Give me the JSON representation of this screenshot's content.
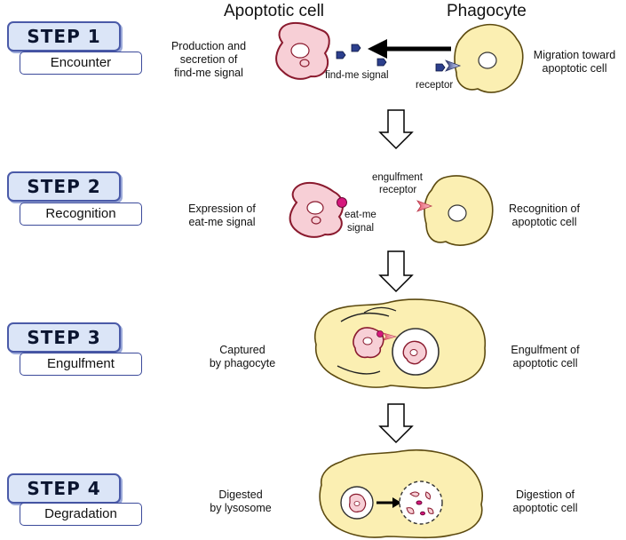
{
  "header": {
    "apoptotic_label": "Apoptotic cell",
    "phagocyte_label": "Phagocyte"
  },
  "steps": [
    {
      "badge": "STEP 1",
      "name": "Encounter",
      "left_desc": [
        "Production and",
        "secretion of",
        "find-me signal"
      ],
      "right_desc": [
        "Migration toward",
        "apoptotic cell"
      ],
      "labels": {
        "signal": "find-me signal",
        "receptor": "receptor"
      }
    },
    {
      "badge": "STEP 2",
      "name": "Recognition",
      "left_desc": [
        "Expression of",
        "eat-me signal"
      ],
      "right_desc": [
        "Recognition of",
        "apoptotic cell"
      ],
      "labels": {
        "signal_1": "eat-me",
        "signal_2": "signal",
        "receptor_1": "engulfment",
        "receptor_2": "receptor"
      }
    },
    {
      "badge": "STEP 3",
      "name": "Engulfment",
      "left_desc": [
        "Captured",
        "by phagocyte"
      ],
      "right_desc": [
        "Engulfment of",
        "apoptotic cell"
      ]
    },
    {
      "badge": "STEP 4",
      "name": "Degradation",
      "left_desc": [
        "Digested",
        "by lysosome"
      ],
      "right_desc": [
        "Digestion of",
        "apoptotic cell"
      ]
    }
  ],
  "colors": {
    "apoptotic_fill": "#f7cfd6",
    "apoptotic_stroke": "#8a1a2e",
    "phagocyte_fill": "#fbefb2",
    "phagocyte_stroke": "#5c4a10",
    "find_me_signal": "#2c3f8c",
    "eat_me_signal": "#d6177c",
    "badge_fill": "#dbe5f7",
    "badge_border": "#4a5aa8"
  }
}
